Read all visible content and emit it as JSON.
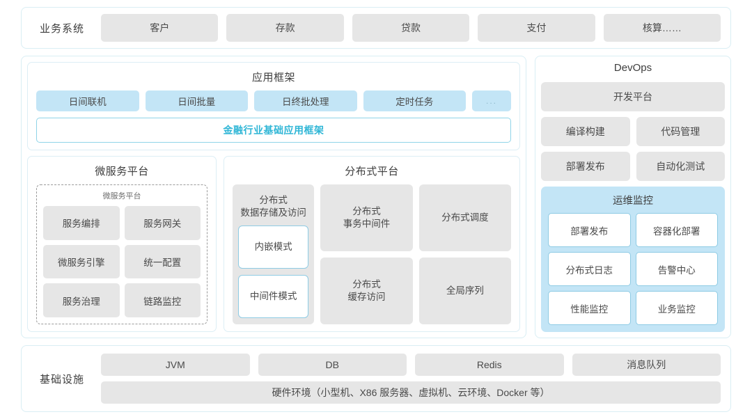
{
  "business_systems": {
    "label": "业务系统",
    "items": [
      "客户",
      "存款",
      "贷款",
      "支付",
      "核算……"
    ]
  },
  "app_framework": {
    "title": "应用框架",
    "chips": [
      "日间联机",
      "日间批量",
      "日终批处理",
      "定时任务",
      "..."
    ],
    "highlight": "金融行业基础应用框架"
  },
  "microservice_platform": {
    "title": "微服务平台",
    "inner_title": "微服务平台",
    "items": [
      "服务编排",
      "服务网关",
      "微服务引擎",
      "统一配置",
      "服务治理",
      "链路监控"
    ]
  },
  "distributed_platform": {
    "title": "分布式平台",
    "tall_card": {
      "title_line1": "分布式",
      "title_line2": "数据存储及访问",
      "sub_items": [
        "内嵌模式",
        "中间件模式"
      ]
    },
    "cells": [
      {
        "line1": "分布式",
        "line2": "事务中间件"
      },
      {
        "line1": "分布式调度",
        "line2": ""
      },
      {
        "line1": "分布式",
        "line2": "缓存访问"
      },
      {
        "line1": "全局序列",
        "line2": ""
      }
    ]
  },
  "devops": {
    "title": "DevOps",
    "wide_item": "开发平台",
    "pairs": [
      "编译构建",
      "代码管理",
      "部署发布",
      "自动化测试"
    ],
    "ops_monitor": {
      "title": "运维监控",
      "items": [
        "部署发布",
        "容器化部署",
        "分布式日志",
        "告警中心",
        "性能监控",
        "业务监控"
      ]
    }
  },
  "infrastructure": {
    "label": "基础设施",
    "chips": [
      "JVM",
      "DB",
      "Redis",
      "消息队列"
    ],
    "hardware": "硬件环境（小型机、X86 服务器、虚拟机、云环境、Docker 等）"
  },
  "colors": {
    "accent": "#2fb6d6",
    "chip_blue": "#c3e5f6",
    "chip_gray": "#e6e6e6",
    "border_light": "#d9eef4"
  }
}
